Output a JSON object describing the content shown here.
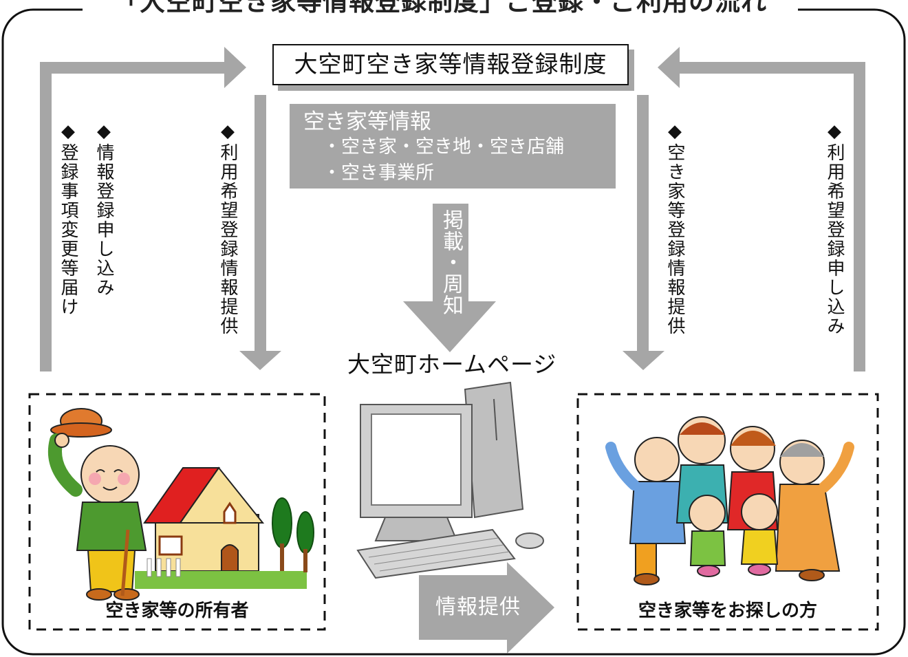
{
  "title": "「大空町空き家等情報登録制度」ご登録・ご利用の流れ",
  "system_name": "大空町空き家等情報登録制度",
  "info_box": {
    "heading": "空き家等情報",
    "line1": "・空き家・空き地・空き店舗",
    "line2": "・空き事業所"
  },
  "publish_label": "掲載・周知",
  "homepage_label": "大空町ホームページ",
  "info_provision_label": "情報提供",
  "left": {
    "outer_arrow_label1": "◆情報登録申し込み",
    "outer_arrow_label2": "◆登録事項変更等届け",
    "inner_arrow_label": "◆利用希望登録情報提供",
    "box_label": "空き家等の所有者"
  },
  "right": {
    "inner_arrow_label": "◆空き家等登録情報提供",
    "outer_arrow_label": "◆利用希望登録申し込み",
    "box_label": "空き家等をお探しの方"
  },
  "colors": {
    "arrow_gray": "#a6a6a6",
    "frame": "#111111"
  },
  "icons": [
    "owner-illustration",
    "house-illustration",
    "computer-illustration",
    "family-illustration"
  ]
}
